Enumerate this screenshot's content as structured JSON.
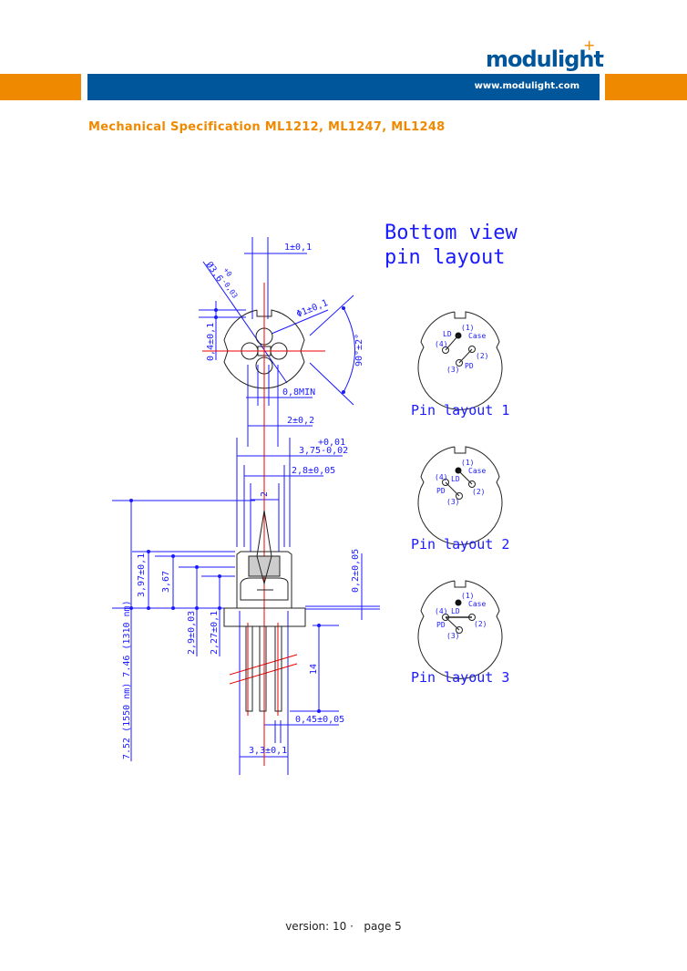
{
  "header": {
    "logo": "modulight",
    "url": "www.modulight.com"
  },
  "title": "Mechanical Specification ML1212, ML1247, ML1248",
  "drawing": {
    "dims": {
      "d1": "1±0,1",
      "d_phi36": "Ø3,6",
      "d_phi36_tol_plus": "+0",
      "d_phi36_tol_minus": "-0,03",
      "d_phi1": "Φ1±0,1",
      "d_04": "0,4±0,1",
      "d_90": "90°±2°",
      "d_08": "0,8MIN",
      "d_2": "2±0,2",
      "d_375_plus": "+0,01",
      "d_375": "3,75-0,02",
      "d_28": "2,8±0,05",
      "d_2b": "2",
      "d_397": "3,97±0,1",
      "d_367": "3,67",
      "d_29": "2,9±0,03",
      "d_227": "2,27±0,1",
      "d_752": "7.52 (1550 nm) 7.46 (1310 nm)",
      "d_02": "0,2±0,05",
      "d_14": "14",
      "d_045": "0,45±0,05",
      "d_33": "3,3±0,1"
    },
    "bottom_view": {
      "line1": "Bottom view",
      "line2": "pin layout"
    },
    "pin_labels": {
      "p1": "(1)",
      "p2": "(2)",
      "p3": "(3)",
      "p4": "(4)",
      "case": "Case",
      "ld": "LD",
      "pd": "PD"
    },
    "layouts": [
      "Pin layout 1",
      "Pin layout 2",
      "Pin layout 3"
    ]
  },
  "footer": {
    "version": "version: 10 ·",
    "page": "page 5"
  }
}
